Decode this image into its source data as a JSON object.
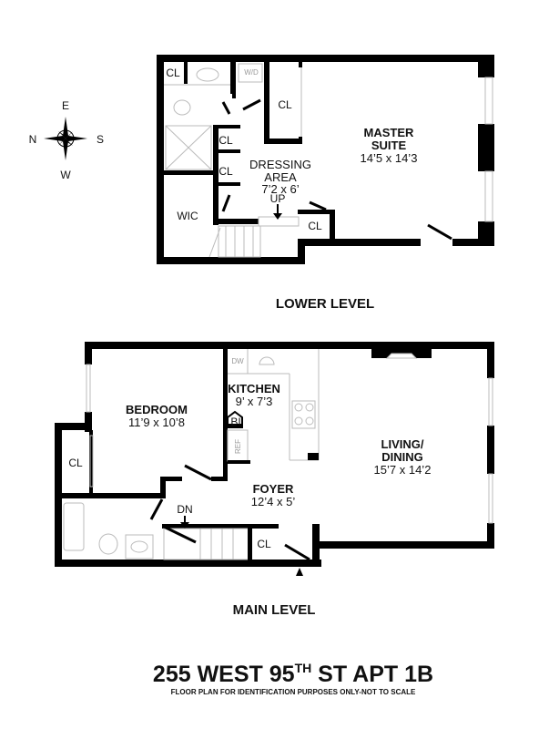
{
  "compass": {
    "n": "N",
    "s": "S",
    "e": "E",
    "w": "W"
  },
  "lower_level": {
    "label": "LOWER LEVEL",
    "rooms": {
      "master_suite": {
        "name_line1": "MASTER",
        "name_line2": "SUITE",
        "dims": "14’5 x 14’3"
      },
      "dressing_area": {
        "name_line1": "DRESSING",
        "name_line2": "AREA",
        "dims": "7’2 x 6’"
      },
      "wic": "WIC",
      "closets": [
        "CL",
        "CL",
        "CL",
        "CL",
        "CL"
      ],
      "washer_dryer": "W/D",
      "stairs": "UP"
    }
  },
  "main_level": {
    "label": "MAIN LEVEL",
    "rooms": {
      "bedroom": {
        "name": "BEDROOM",
        "dims": "11’9 x 10’8"
      },
      "kitchen": {
        "name": "KITCHEN",
        "dims": "9’ x 7’3"
      },
      "living_dining": {
        "name_line1": "LIVING/",
        "name_line2": "DINING",
        "dims": "15’7 x 14’2"
      },
      "foyer": {
        "name": "FOYER",
        "dims": "12’4 x 5’"
      },
      "closets": [
        "CL",
        "CL"
      ],
      "built_in": "BI",
      "dishwasher": "DW",
      "refrigerator": "REF",
      "stairs": "DN"
    }
  },
  "footer": {
    "title_main": "255 WEST 95",
    "title_sup": "TH",
    "title_rest": " ST APT 1B",
    "disclaimer": "FLOOR PLAN FOR IDENTIFICATION PURPOSES ONLY-NOT TO SCALE"
  }
}
